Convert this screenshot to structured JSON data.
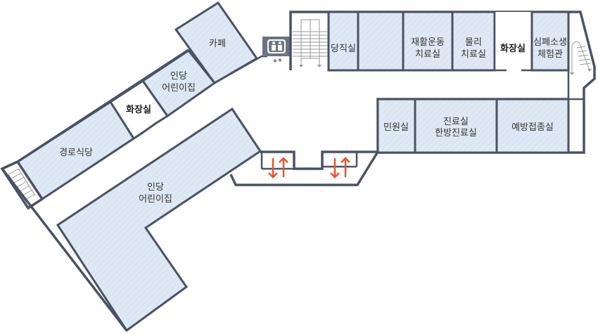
{
  "floor_plan": {
    "colors": {
      "wall": "#4b5263",
      "room": "#dfe9f5",
      "escalator": "#f0502e",
      "elevator": "#6b7384"
    },
    "rooms": {
      "cafe": "카페",
      "daycare_upper": [
        "인당",
        "어린이집"
      ],
      "restroom_left": "화장실",
      "senior_cafeteria": "경로식당",
      "daycare_lower": [
        "인당",
        "어린이집"
      ],
      "night_duty": "당직실",
      "rehab": [
        "재활운동",
        "치료실"
      ],
      "physio": [
        "물리",
        "치료실"
      ],
      "restroom_right": "화장실",
      "cpr": [
        "심폐소생",
        "체험관"
      ],
      "civil_affairs": "민원실",
      "clinic": [
        "진료실",
        "한방진료실"
      ],
      "vaccination": "예방접종실"
    },
    "icons": [
      "elevator-icon",
      "escalator-icon",
      "stairs-icon"
    ]
  }
}
